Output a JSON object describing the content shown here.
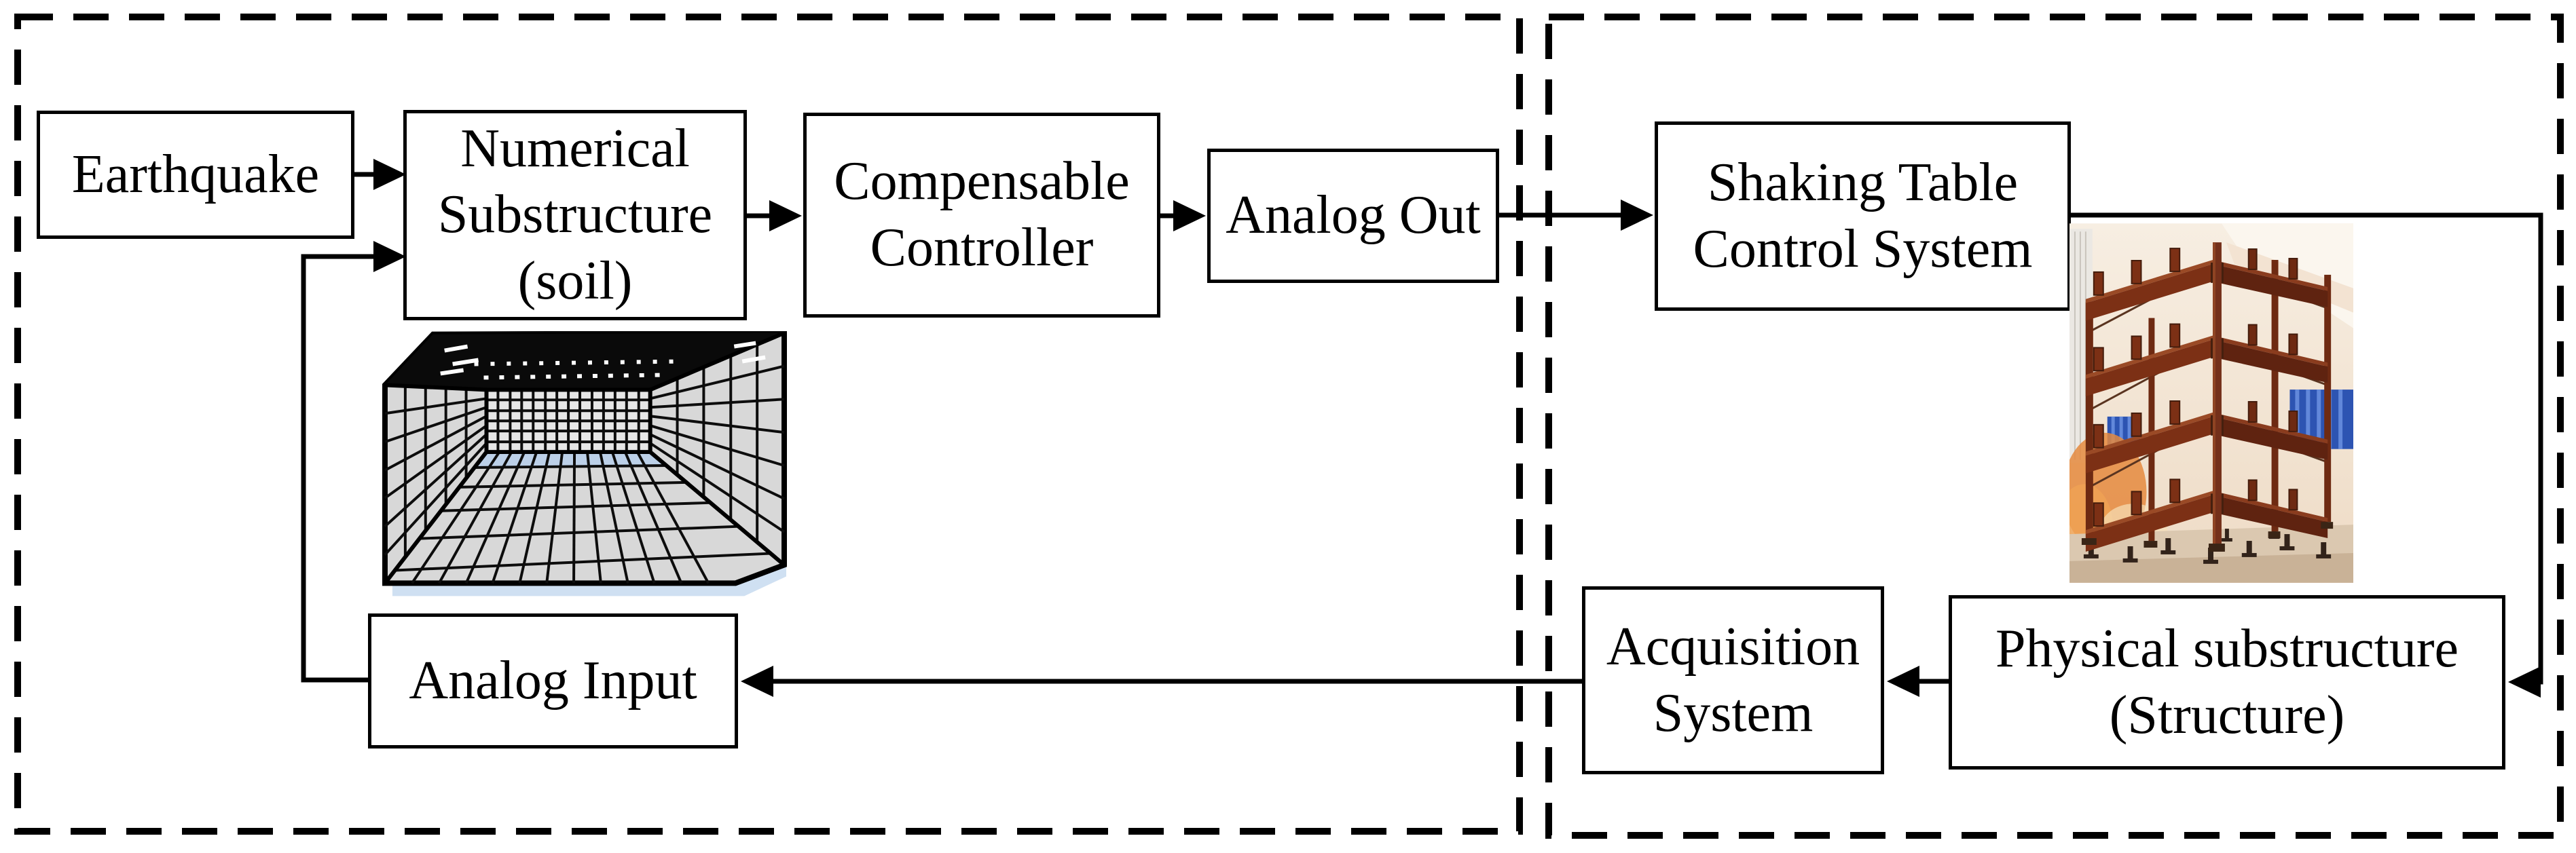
{
  "nodes": {
    "earthquake": {
      "label": "Earthquake"
    },
    "numerical": {
      "line1": "Numerical",
      "line2": "Substructure",
      "line3": "(soil)"
    },
    "compensable": {
      "line1": "Compensable",
      "line2": "Controller"
    },
    "analog_out": {
      "label": "Analog Out"
    },
    "shaking_table": {
      "line1": "Shaking Table",
      "line2": "Control System"
    },
    "acquisition": {
      "line1": "Acquisition",
      "line2": "System"
    },
    "physical": {
      "line1": "Physical substructure",
      "line2": "(Structure)"
    },
    "analog_input": {
      "label": "Analog Input"
    }
  },
  "figures": {
    "soil_mesh": "soil-3d-mesh-illustration",
    "structure_photo": "steel-frame-specimen-photo"
  },
  "colors": {
    "page_bg": "#ffffff",
    "line_color": "#000000",
    "box_fill": "#ffffff",
    "box_border": "#000000",
    "mesh_gray": "#d8d8d8",
    "mesh_back": "#e6e6e6",
    "mesh_blue": "#bcd0e8",
    "mesh_shadow": "#cfe0f2",
    "steel": "#7c3015",
    "steel_dark": "#5f2310",
    "steel_light": "#9a4a26",
    "lab_wall": "#f3e7d8",
    "lab_blue": "#2d54b2",
    "lab_glow": "#e58a3e",
    "lab_floor": "#dbc8b0"
  }
}
